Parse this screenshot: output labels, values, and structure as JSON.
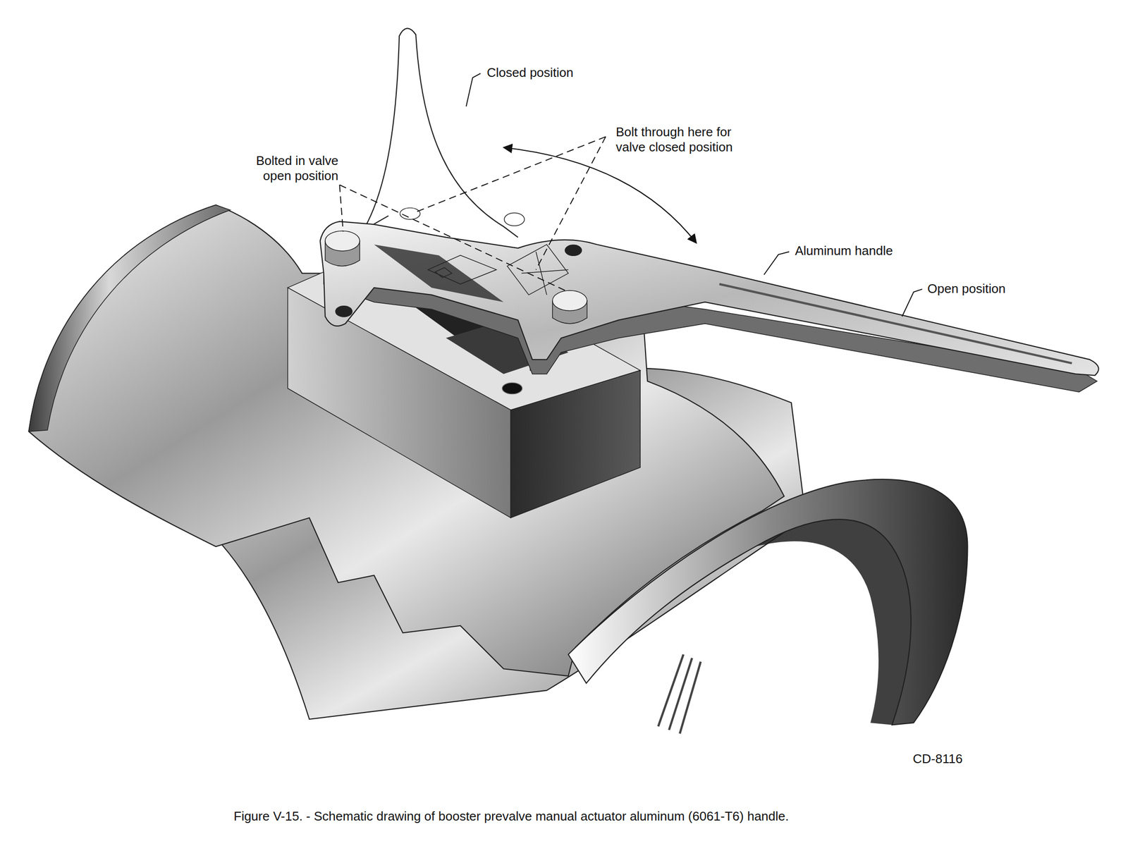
{
  "diagram": {
    "caption": "Figure V-15. - Schematic drawing of booster prevalve manual actuator aluminum (6061-T6) handle.",
    "labels": [
      "Closed position",
      "Bolt through here for valve closed position",
      "Bolted in valve open position",
      "Aluminum handle",
      "Open position",
      "CD-8116"
    ]
  }
}
